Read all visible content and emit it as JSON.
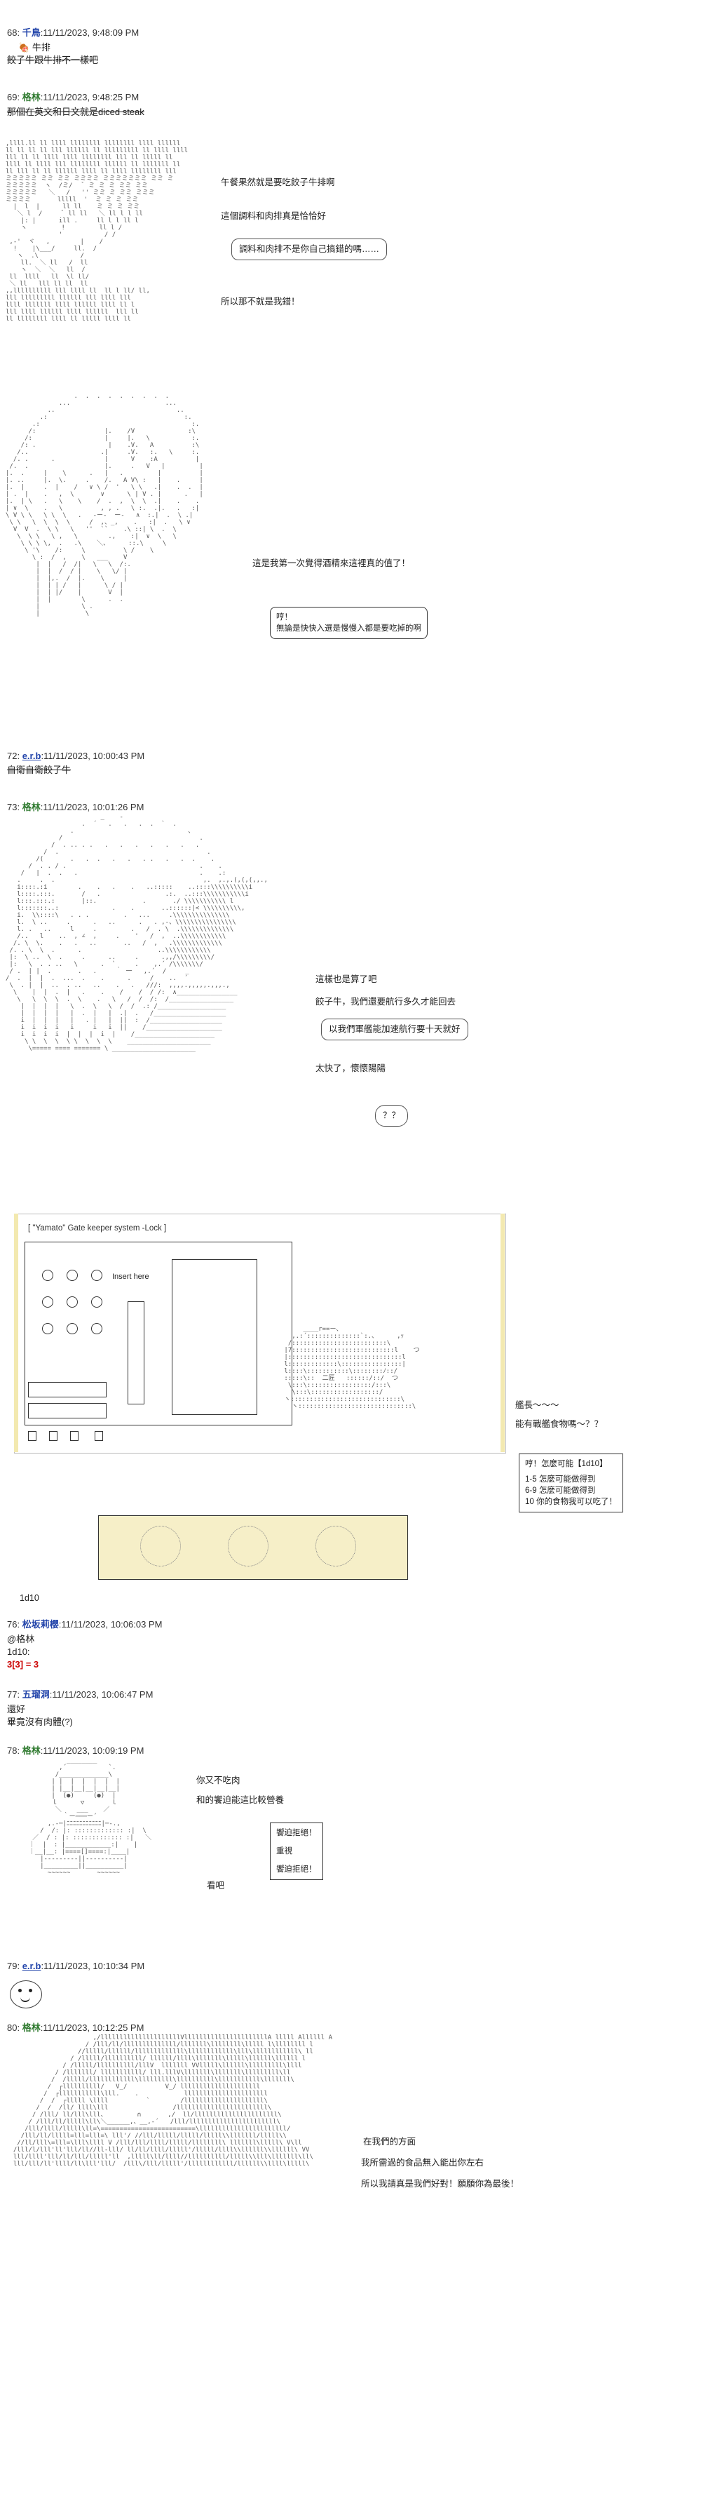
{
  "posts": [
    {
      "num": "68",
      "name": "千鳥",
      "date": "11/11/2023, 9:48:09 PM",
      "lines": [
        "牛排",
        "餃子牛跟牛排不一樣吧"
      ]
    },
    {
      "num": "69",
      "name": "格林",
      "date": "11/11/2023, 9:48:25 PM",
      "lines": [
        "那個在英文和日文就是diced steak"
      ]
    },
    {
      "num": "72",
      "name": "e.r.b",
      "date": "11/11/2023, 10:00:43 PM",
      "lines": [
        "自衛自衛餃子牛"
      ]
    },
    {
      "num": "73",
      "name": "格林",
      "date": "11/11/2023, 10:01:26 PM",
      "lines": []
    },
    {
      "num": "76",
      "name": "松坂莉櫻",
      "date": "11/11/2023, 10:06:03 PM",
      "lines": [
        "@格林",
        "1d10:",
        "3[3] = 3"
      ]
    },
    {
      "num": "77",
      "name": "五瑠洞",
      "date": "11/11/2023, 10:06:47 PM",
      "lines": [
        "還好",
        "畢竟沒有肉體(?)"
      ]
    },
    {
      "num": "78",
      "name": "格林",
      "date": "11/11/2023, 10:09:19 PM",
      "lines": []
    },
    {
      "num": "79",
      "name": "e.r.b",
      "date": "11/11/2023, 10:10:34 PM",
      "lines": []
    },
    {
      "num": "80",
      "name": "格林",
      "date": "11/11/2023, 10:12:25 PM",
      "lines": []
    }
  ],
  "scene69": {
    "speech1": "午餐果然就是要吃餃子牛排啊",
    "speech2": "這個調料和肉排真是恰恰好",
    "bubble": "調料和肉排不是你自己搞錯的嗎……",
    "speech3": "所以那不就是我錯！"
  },
  "scene69b": {
    "speech1": "這是我第一次覺得酒精來這裡真的值了！",
    "box_line1": "哼！",
    "box_line2": "無論是快快入選是慢慢入都是要吃掉的啊"
  },
  "scene73": {
    "speech1": "這樣也是算了吧",
    "speech2": "餃子牛，我們還要航行多久才能回去",
    "bubble": "以我們軍艦能加速航行要十天就好",
    "speech3": "太快了，懷懷陽陽",
    "bubble_small": "？？"
  },
  "gate": {
    "title": "[ \"Yamato\" Gate keeper system -Lock ]",
    "insert": "Insert here",
    "speech1": "艦長～～～",
    "speech2": "能有戰艦食物嗎～？？",
    "box_title": "哼！怎麼可能【1d10】",
    "box_lines": [
      "1-5 怎麼可能做得到",
      "6-9 怎麼可能做得到",
      "10 你的食物我可以吃了！"
    ]
  },
  "post76_extra": "1d10",
  "scene78": {
    "speech1": "你又不吃肉",
    "speech2": "和的饗迫能這比較營養",
    "box_lines": [
      "饗迫拒絕！",
      "重視",
      "饗迫拒絕！"
    ],
    "speech3": "看吧"
  },
  "scene80": {
    "speech1": "在我們的方面",
    "speech2": "我所需過的食品無入能出你左右",
    "speech3": "所以我請真是我們好對！願願你為最後！"
  }
}
